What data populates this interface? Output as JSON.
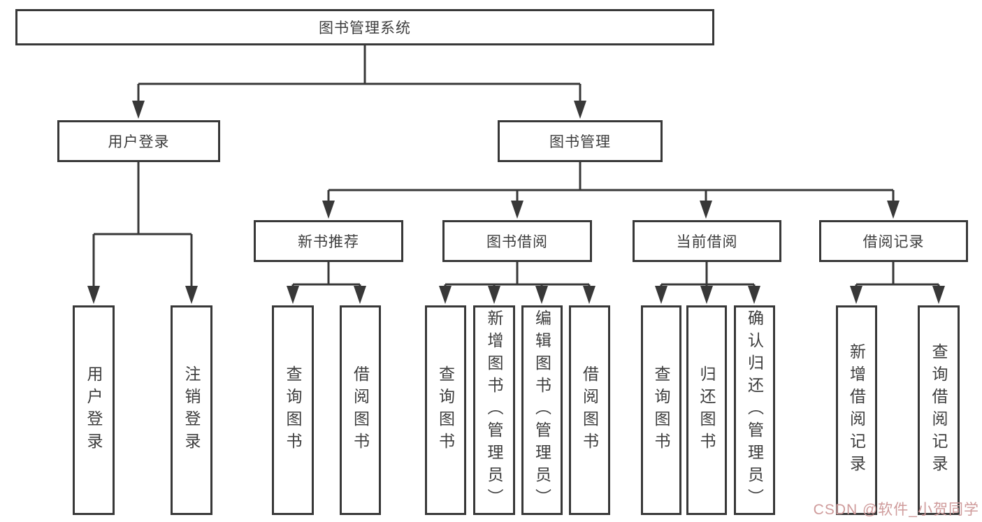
{
  "colors": {
    "line": "#383838",
    "text": "#3d3d3d",
    "watermark": "#cf9b9b"
  },
  "watermark": {
    "text": "CSDN @软件_小贺同学"
  },
  "tree": {
    "label": "图书管理系统",
    "children": [
      {
        "label": "用户登录",
        "children": [
          {
            "label": "用户登录"
          },
          {
            "label": "注销登录"
          }
        ]
      },
      {
        "label": "图书管理",
        "children": [
          {
            "label": "新书推荐",
            "children": [
              {
                "label": "查询图书"
              },
              {
                "label": "借阅图书"
              }
            ]
          },
          {
            "label": "图书借阅",
            "children": [
              {
                "label": "查询图书"
              },
              {
                "label": "新增图书（管理员）"
              },
              {
                "label": "编辑图书（管理员）"
              },
              {
                "label": "借阅图书"
              }
            ]
          },
          {
            "label": "当前借阅",
            "children": [
              {
                "label": "查询图书"
              },
              {
                "label": "归还图书"
              },
              {
                "label": "确认归还（管理员）"
              }
            ]
          },
          {
            "label": "借阅记录",
            "children": [
              {
                "label": "新增借阅记录"
              },
              {
                "label": "查询借阅记录"
              }
            ]
          }
        ]
      }
    ]
  }
}
